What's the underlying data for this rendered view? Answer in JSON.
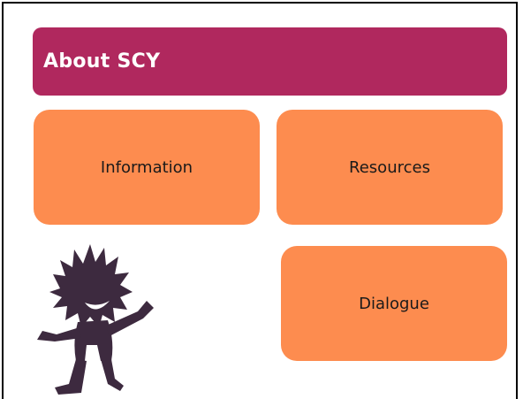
{
  "header": {
    "title": "About SCY",
    "color": "#b0285e"
  },
  "tiles": [
    {
      "label": "Information",
      "color": "#fd8c4f"
    },
    {
      "label": "Resources",
      "color": "#fd8c4f"
    },
    {
      "label": "Dialogue",
      "color": "#fd8c4f"
    }
  ],
  "mascot": {
    "icon": "spiky-character-icon",
    "color": "#3d2a3f"
  }
}
